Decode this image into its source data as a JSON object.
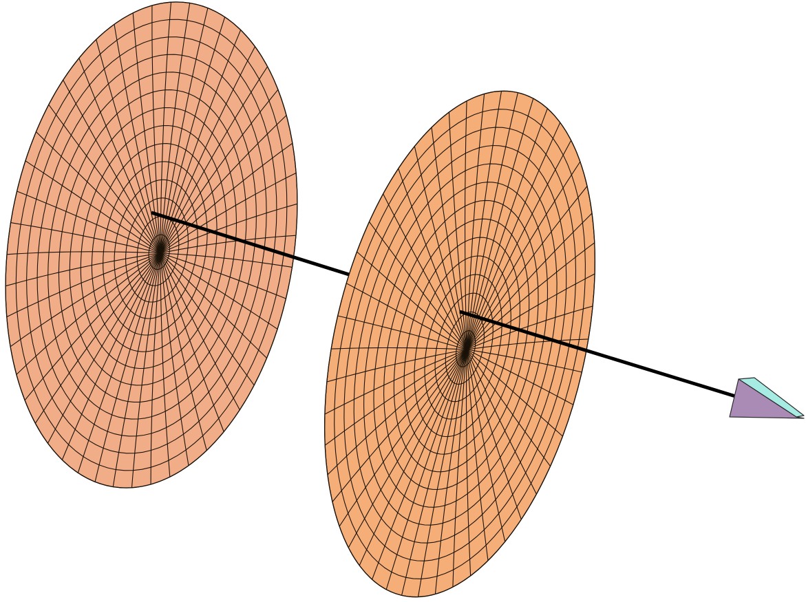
{
  "scene": {
    "objects": [
      {
        "type": "disc",
        "name": "back-disc",
        "color": "#f1ad88"
      },
      {
        "type": "disc",
        "name": "front-disc",
        "color": "#f5ae78"
      },
      {
        "type": "axis",
        "name": "normal-axis",
        "color": "#000000"
      },
      {
        "type": "arrowhead",
        "name": "axis-arrowhead",
        "colors": {
          "side": "#a98bb6",
          "top": "#a6ece3"
        }
      }
    ],
    "disc_mesh": {
      "radial_spokes": 48,
      "concentric_rings": 14
    }
  }
}
